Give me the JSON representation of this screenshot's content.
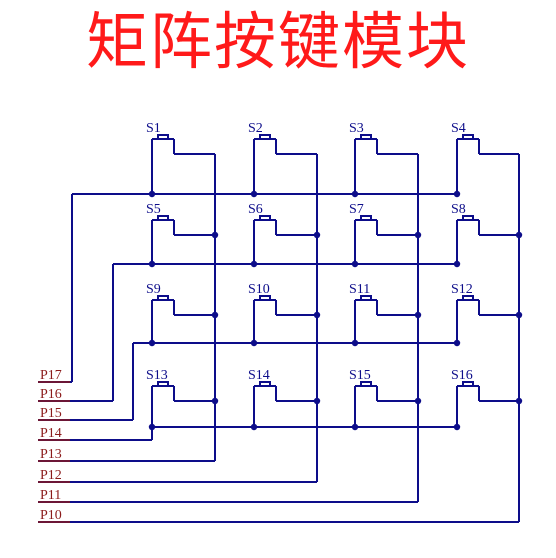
{
  "title": "矩阵按键模块",
  "switches": [
    "S1",
    "S2",
    "S3",
    "S4",
    "S5",
    "S6",
    "S7",
    "S8",
    "S9",
    "S10",
    "S11",
    "S12",
    "S13",
    "S14",
    "S15",
    "S16"
  ],
  "ports": [
    "P17",
    "P16",
    "P15",
    "P14",
    "P13",
    "P12",
    "P11",
    "P10"
  ],
  "colors": {
    "title": "#ff1a1a",
    "wire": "#0d0d8a",
    "port": "#8b1a1a"
  }
}
